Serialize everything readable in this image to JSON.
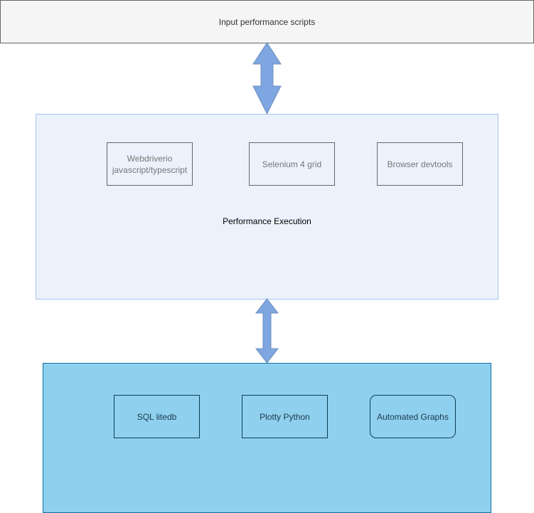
{
  "diagram": {
    "input": {
      "label": "Input performance scripts"
    },
    "execution": {
      "label": "Performance Execution",
      "tools": [
        {
          "label": "Webdriverio javascript/typescript"
        },
        {
          "label": "Selenium 4 grid"
        },
        {
          "label": "Browser devtools"
        }
      ]
    },
    "analysis": {
      "items": [
        {
          "label": "SQL litedb"
        },
        {
          "label": "Plotty Python"
        },
        {
          "label": "Automated Graphs"
        }
      ]
    },
    "arrows": [
      {
        "from": "input",
        "to": "execution",
        "direction": "bidirectional"
      },
      {
        "from": "execution",
        "to": "analysis",
        "direction": "bidirectional"
      }
    ],
    "colors": {
      "arrow_fill": "#7ea6e0",
      "arrow_stroke": "#6c8ebf",
      "execution_fill": "#ebf2fc",
      "analysis_fill": "#8fd0ef",
      "input_fill": "#f5f5f5"
    }
  }
}
